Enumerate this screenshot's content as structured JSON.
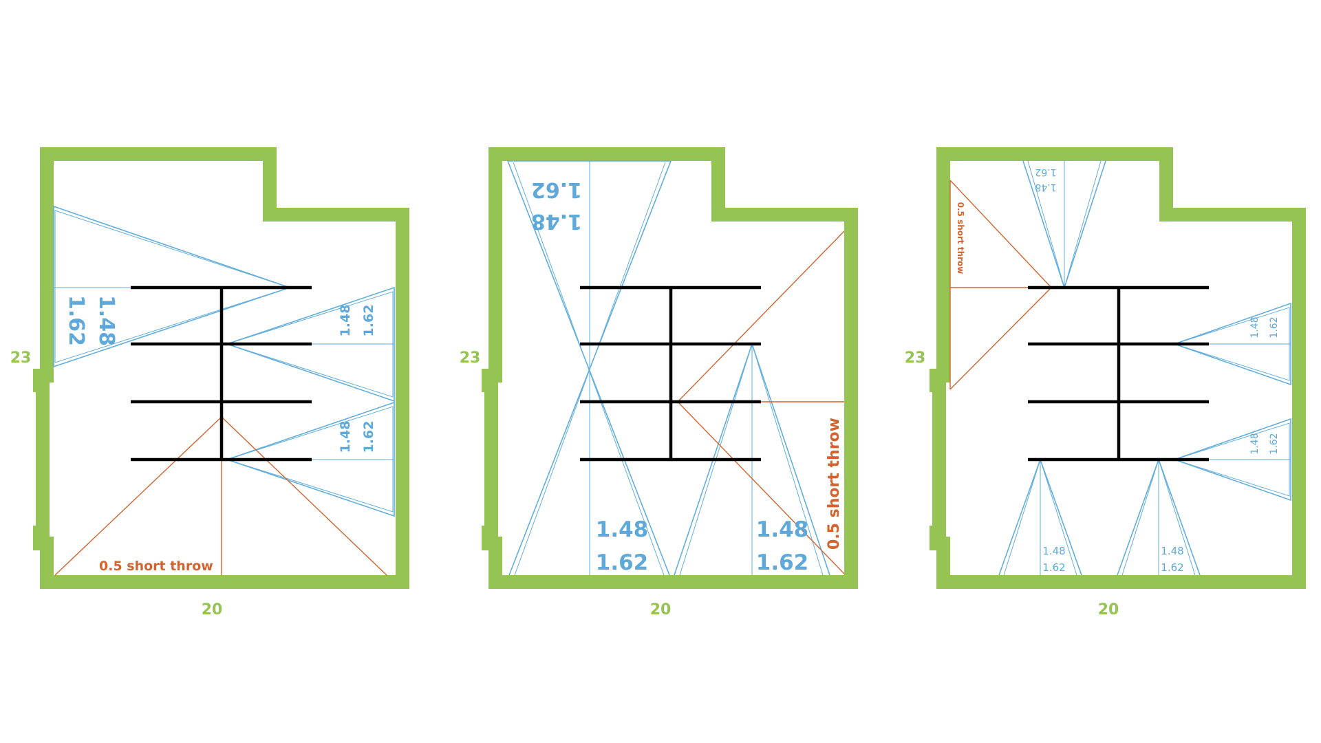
{
  "colors": {
    "wall": "#95c454",
    "beam": "#000000",
    "throw": "#62aedc",
    "short_throw": "#d2642f",
    "label_blue": "#5ea9da",
    "label_red": "#d2642f"
  },
  "plans": [
    {
      "width_label": "20",
      "height_label": "23",
      "throw_labels": [
        {
          "a": "1.48",
          "b": "1.62"
        },
        {
          "a": "1.48",
          "b": "1.62"
        },
        {
          "a": "1.48",
          "b": "1.62"
        }
      ],
      "short_throw_label": "0.5 short throw"
    },
    {
      "width_label": "20",
      "height_label": "23",
      "throw_labels": [
        {
          "a": "1.48",
          "b": "1.62"
        },
        {
          "a": "1.48",
          "b": "1.62"
        },
        {
          "a": "1.48",
          "b": "1.62"
        }
      ],
      "short_throw_label": "0.5 short throw"
    },
    {
      "width_label": "20",
      "height_label": "23",
      "throw_labels": [
        {
          "a": "1.48",
          "b": "1.62"
        },
        {
          "a": "1.48",
          "b": "1.62"
        },
        {
          "a": "1.48",
          "b": "1.62"
        },
        {
          "a": "1.48",
          "b": "1.62"
        },
        {
          "a": "1.48",
          "b": "1.62"
        }
      ],
      "short_throw_label": "0.5 short throw"
    }
  ]
}
